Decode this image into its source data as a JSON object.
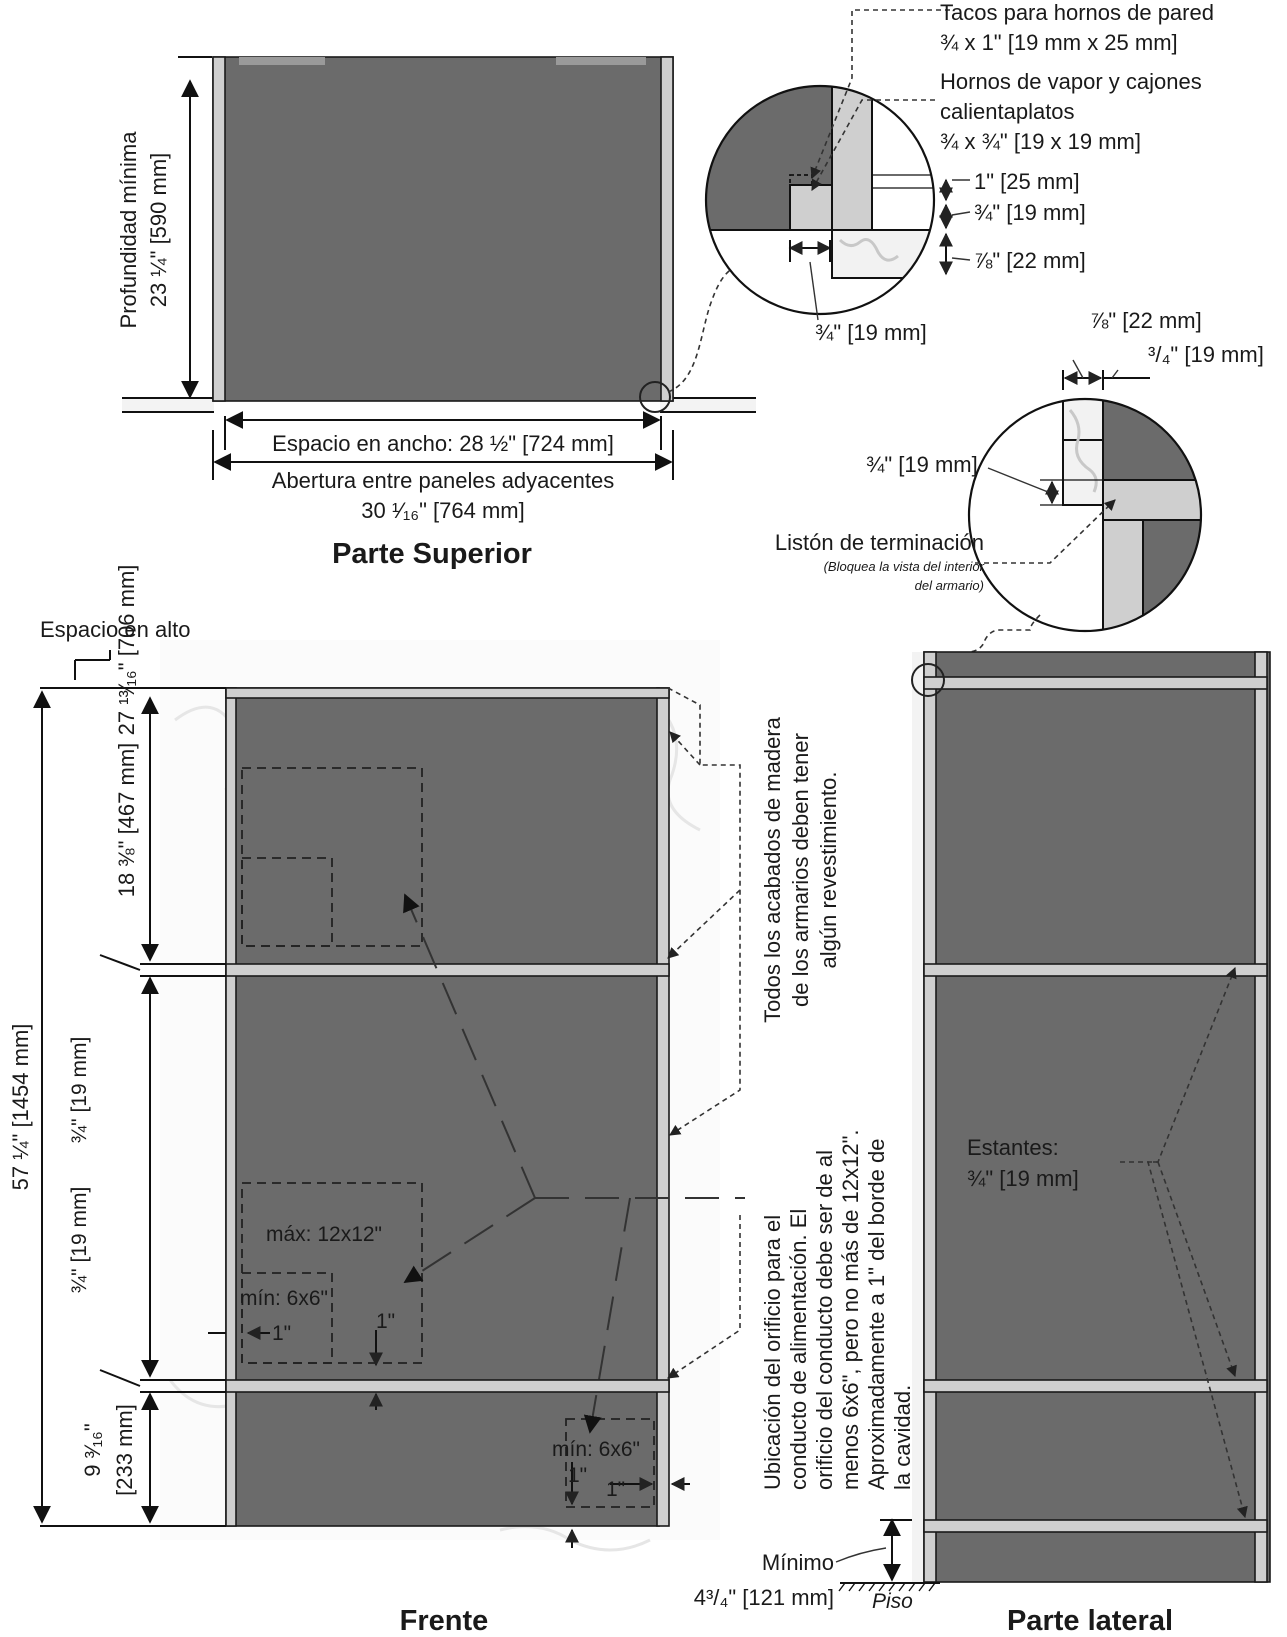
{
  "top": {
    "title": "Parte Superior",
    "depth_label_1": "Profundidad mínima",
    "depth_label_2": "23 ¼\" [590 mm]",
    "width_label": "Espacio en ancho: 28 ½\" [724 mm]",
    "opening_label_1": "Abertura entre paneles adyacentes",
    "opening_label_2": "30 ¹⁄₁₆\" [764 mm]"
  },
  "detail_top": {
    "cleat_wall_1": "Tacos para hornos de pared",
    "cleat_wall_2": "¾ x 1\" [19 mm x 25 mm]",
    "cleat_steam_1": "Hornos de vapor y cajones",
    "cleat_steam_2": "calientaplatos",
    "cleat_steam_3": "¾ x ¾\" [19 x 19 mm]",
    "dim_1in": "1\" [25 mm]",
    "dim_34": "¾\" [19 mm]",
    "dim_78": "⅞\" [22 mm]",
    "dim_bottom": "¾\" [19 mm]"
  },
  "detail_side": {
    "dim_78": "⅞\" [22 mm]",
    "dim_34_top": "³/₄\" [19 mm]",
    "dim_34_left": "¾\" [19 mm]",
    "trim_label": "Listón de terminación",
    "trim_note_1": "(Bloquea la vista del interior",
    "trim_note_2": "del armario)"
  },
  "front": {
    "title": "Frente",
    "height_label": "Espacio en alto",
    "height_value": "27 ¹³⁄₁₆\" [706 mm]",
    "total_height": "57 ¼\" [1454 mm]",
    "upper_section": "18 ⅜\" [467 mm]",
    "shelf_1": "¾\" [19 mm]",
    "shelf_2": "¾\" [19 mm]",
    "lower_1": "9 ³⁄₁₆\"",
    "lower_2": "[233 mm]",
    "max_hole": "máx: 12x12\"",
    "min_hole_1": "mín: 6x6\"",
    "min_hole_2": "mín: 6x6\"",
    "one_in_a": "1\"",
    "one_in_b": "1\"",
    "one_in_c": "1\"",
    "one_in_d": "1\"",
    "finish_note_1": "Todos los acabados de madera",
    "finish_note_2": "de los armarios deben tener",
    "finish_note_3": "algún revestimiento.",
    "hole_note_1": "Ubicación del orificio para el",
    "hole_note_2": "conducto de alimentación. El",
    "hole_note_3": "orificio del conducto debe ser de al",
    "hole_note_4": "menos 6x6\", pero no más de 12x12\".",
    "hole_note_5": "Aproximadamente a 1\" del borde de",
    "hole_note_6": "la cavidad.",
    "min_label": "Mínimo",
    "min_value": "4³/₄\" [121 mm]",
    "floor_label": "Piso"
  },
  "side": {
    "title": "Parte lateral",
    "shelves_label_1": "Estantes:",
    "shelves_label_2": "¾\" [19 mm]"
  }
}
